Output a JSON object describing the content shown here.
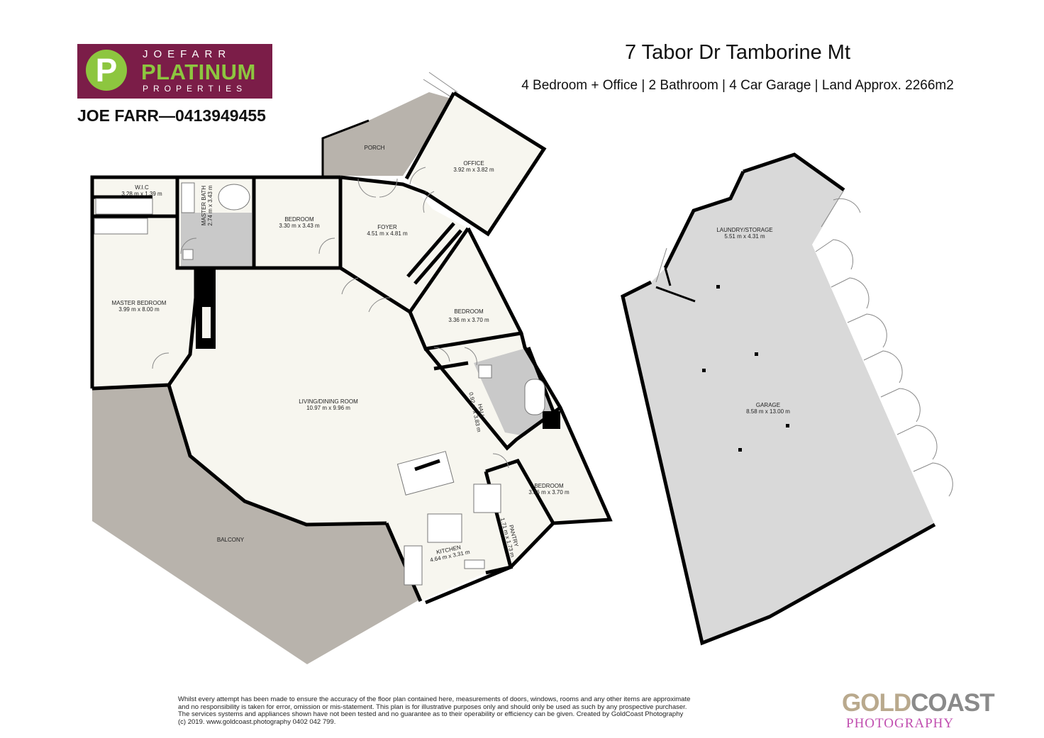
{
  "branding": {
    "logo_line_top": "JOEFARR",
    "logo_line_mid": "PLATINUM",
    "logo_line_bot": "PROPERTIES",
    "logo_mark": "P",
    "agent": "JOE FARR—0413949455",
    "colors": {
      "logo_bg": "#7b1d48",
      "logo_accent": "#8dc63f"
    }
  },
  "header": {
    "title": "7 Tabor Dr Tamborine Mt",
    "subtitle": "4 Bedroom + Office | 2 Bathroom | 4 Car Garage | Land Approx. 2266m2"
  },
  "rooms": {
    "porch": {
      "name": "PORCH"
    },
    "office": {
      "name": "OFFICE",
      "dim": "3.92 m x 3.82 m"
    },
    "wic": {
      "name": "W.I.C",
      "dim": "3.28 m x 1.39 m"
    },
    "master_bath": {
      "name": "MASTER BATH",
      "dim": "2.74 m x 3.43 m"
    },
    "bedroom1": {
      "name": "BEDROOM",
      "dim": "3.30 m x 3.43 m"
    },
    "foyer": {
      "name": "FOYER",
      "dim": "4.51 m x 4.81 m"
    },
    "master_bedroom": {
      "name": "MASTER BEDROOM",
      "dim": "3.99 m x 8.00 m"
    },
    "bedroom2": {
      "name": "BEDROOM",
      "dim": "3.36 m x 3.70 m"
    },
    "living": {
      "name": "LIVING/DINING ROOM",
      "dim": "10.97 m x 9.96 m"
    },
    "hall": {
      "name": "HALL",
      "dim": "0.92 m x 3.83 m"
    },
    "bedroom3": {
      "name": "BEDROOM",
      "dim": "3.36 m x 3.70 m"
    },
    "pantry": {
      "name": "PANTRY",
      "dim": "1.71 m x 1.73 m"
    },
    "kitchen": {
      "name": "KITCHEN",
      "dim": "4.64 m x 3.31 m"
    },
    "balcony": {
      "name": "BALCONY"
    },
    "laundry": {
      "name": "LAUNDRY/STORAGE",
      "dim": "5.51 m x 4.31 m"
    },
    "garage": {
      "name": "GARAGE",
      "dim": "8.58 m x 13.00 m"
    }
  },
  "footer": {
    "disclaimer": [
      "Whilst every attempt has been made to ensure the accuracy of the floor plan contained here, measurements of doors, windows, rooms and any other items are approximate",
      "and no responsibility is taken for error, omission or mis-statement. This plan is for illustrative purposes only and should only be used as such by any prospective purchaser.",
      "The services systems and appliances shown have not been tested and no guarantee as to their operability or efficiency can be given. Created by GoldCoast Photography",
      "(c) 2019. www.goldcoast.photography 0402 042 799."
    ],
    "credit_part1": "GOLD",
    "credit_part2": "COAST",
    "credit_line2": "PHOTOGRAPHY"
  },
  "colors": {
    "floor": "#f7f6ef",
    "outdoor": "#b8b3ac",
    "garage": "#d9d9d9",
    "wet_tile": "#c9c9c9"
  }
}
